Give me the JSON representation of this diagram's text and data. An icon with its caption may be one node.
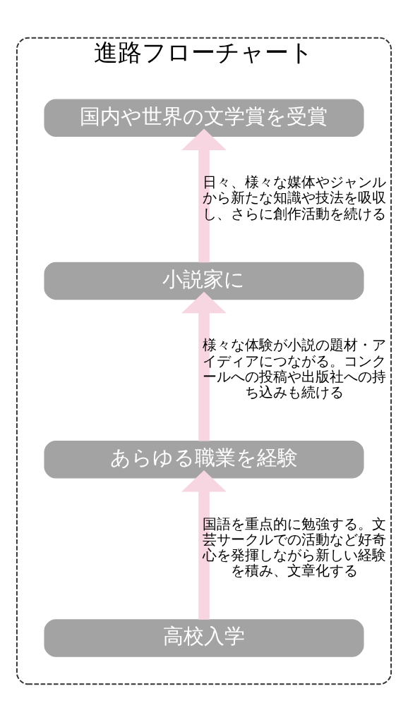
{
  "diagram": {
    "nodes": [
      {
        "text": [
          "進路フローチャート"
        ]
      },
      {
        "text": [
          "国内や世界の文学賞を受賞"
        ],
        "in": 0
      },
      {
        "text": [
          "小説家に"
        ],
        "in": 0
      },
      {
        "text": [
          "あらゆる職業を経験"
        ],
        "in": 0
      },
      {
        "text": [
          "高校入学"
        ],
        "in": 0
      }
    ],
    "edges": [
      {
        "from": 4,
        "to": 3,
        "arrow": "to",
        "label": "国語を重点的に勉強する。文芸サークルでの活動など好奇心を発揮しながら新しい経験を積み、文章化する"
      },
      {
        "from": 3,
        "to": 2,
        "arrow": "to",
        "label": "様々な体験が小説の題材・アイディアにつながる。コンクールへの投稿や出版社への持ち込みも続ける"
      },
      {
        "from": 2,
        "to": 1,
        "arrow": "to",
        "label": "日々、様々な媒体やジャンルから新たな知識や技法を吸収し、さらに創作活動を続ける"
      }
    ]
  }
}
